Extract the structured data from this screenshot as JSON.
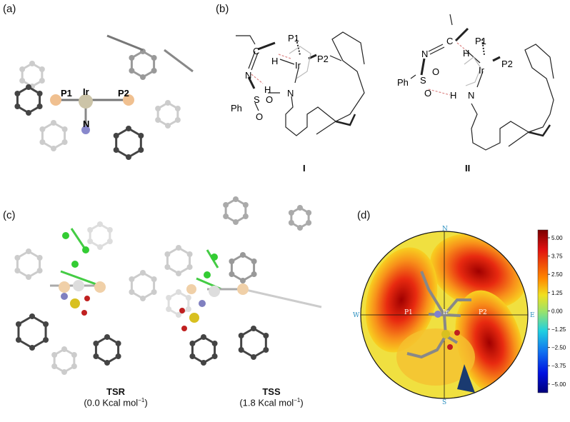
{
  "panels": {
    "a": {
      "label": "(a)",
      "atoms": {
        "p1": "P1",
        "ir": "Ir",
        "p2": "P2",
        "n": "N"
      }
    },
    "b": {
      "label": "(b)",
      "structure_I": {
        "name": "I",
        "atoms": {
          "c": "C",
          "h1": "H",
          "p1": "P1",
          "ir": "Ir",
          "p2": "P2",
          "n1": "N",
          "h2": "H",
          "n2": "N",
          "s": "S",
          "o1": "O",
          "o2": "O",
          "ph": "Ph"
        }
      },
      "structure_II": {
        "name": "II",
        "atoms": {
          "c": "C",
          "n1": "N",
          "h1": "H",
          "p1": "P1",
          "ir": "Ir",
          "p2": "P2",
          "s": "S",
          "o1": "O",
          "o2": "O",
          "ph": "Ph",
          "h2": "H",
          "n2": "N"
        }
      }
    },
    "c": {
      "label": "(c)",
      "tsr": {
        "name": "TSR",
        "energy": "(0.0 Kcal mol",
        "sup": "−1",
        "close": ")"
      },
      "tss": {
        "name": "TSS",
        "energy": "(1.8 Kcal mol",
        "sup": "−1",
        "close": ")"
      }
    },
    "d": {
      "label": "(d)",
      "compass": {
        "n": "N",
        "s": "S",
        "e": "E",
        "w": "W"
      },
      "atoms": {
        "p1": "P1",
        "ir": "Ir",
        "p2": "P2"
      },
      "colorbar_ticks": [
        "5.00",
        "3.75",
        "2.50",
        "1.25",
        "0.00",
        "−1.25",
        "−2.50",
        "−3.75",
        "−5.00"
      ],
      "colorbar_range": [
        -5.0,
        5.0
      ],
      "colors": {
        "high": "#7a0000",
        "mid": "#9be36a",
        "low": "#00007a"
      }
    }
  }
}
